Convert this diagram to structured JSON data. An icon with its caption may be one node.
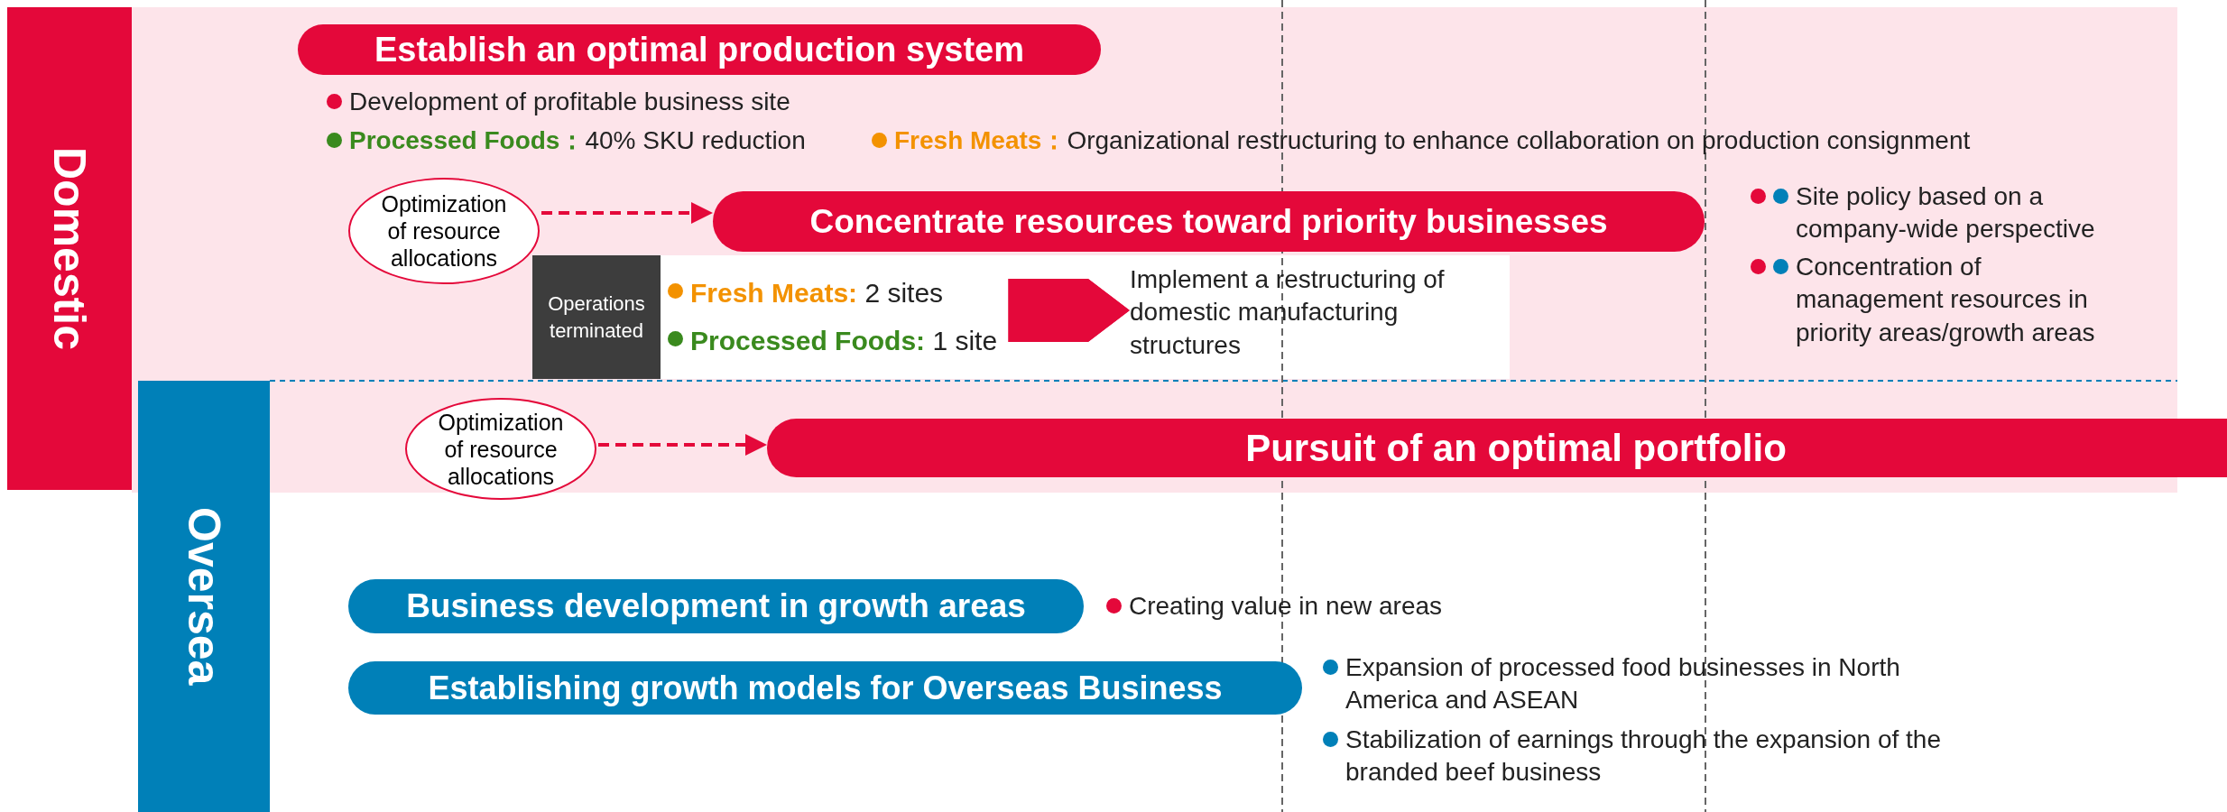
{
  "diagram": {
    "nodes": [
      {
        "text": [
          "Domestic"
        ]
      },
      {
        "text": [
          "Oversea"
        ]
      },
      {
        "text": [
          "Establish an optimal production system"
        ]
      },
      {
        "text": [
          "Optimization of resource allocations"
        ]
      },
      {
        "text": [
          "Concentrate resources toward priority businesses"
        ]
      },
      {
        "text": [
          "Operations terminated"
        ]
      },
      {
        "text": [
          "**Fresh Meats:** 2 sites",
          "**Processed Foods:** 1 site"
        ]
      },
      {
        "text": [
          "Implement a restructuring of domestic manufacturing structures"
        ]
      },
      {
        "text": [
          "Optimization of resource allocations"
        ]
      },
      {
        "text": [
          "Pursuit of an optimal portfolio"
        ]
      },
      {
        "text": [
          "Business development in growth areas"
        ]
      },
      {
        "text": [
          "Establishing growth models for Overseas Business"
        ]
      }
    ],
    "edges": [
      {
        "from": 3,
        "to": 4,
        "arrow": "to",
        "style": "dashed"
      },
      {
        "from": 6,
        "to": 7,
        "arrow": "to",
        "style": "thick"
      },
      {
        "from": 8,
        "to": 9,
        "arrow": "to",
        "style": "dashed"
      }
    ],
    "labels": [
      "Development of profitable business site",
      "**Processed Foods：**40% SKU reduction",
      "**Fresh Meats：**Organizational restructuring to enhance collaboration on production consignment",
      "Site policy based on a company-wide perspective",
      "Concentration of management resources in priority areas/growth areas",
      "Creating value in new areas",
      "Expansion of processed food businesses in North America and ASEAN",
      "Stabilization of earnings through the expansion of the branded beef business"
    ]
  }
}
